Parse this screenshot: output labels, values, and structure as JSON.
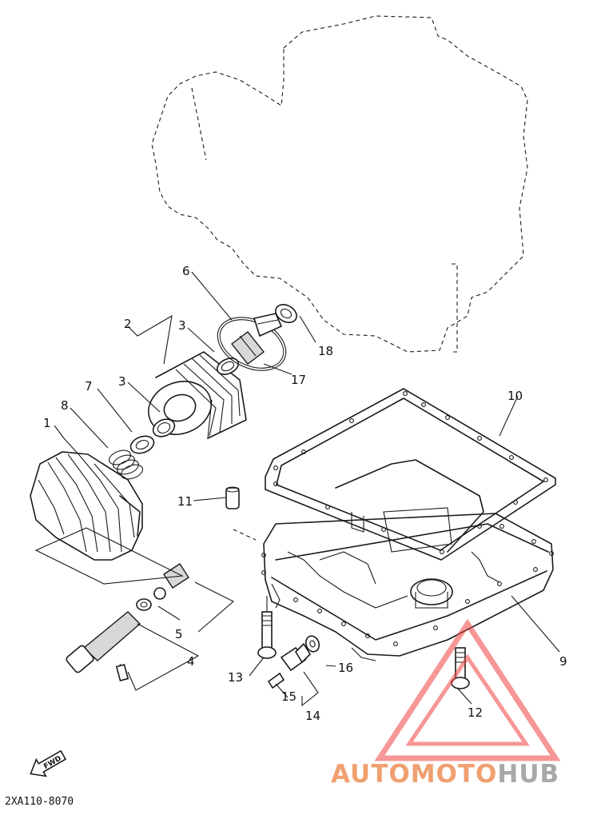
{
  "callouts": {
    "c1": "1",
    "c2": "2",
    "c3a": "3",
    "c3b": "3",
    "c4": "4",
    "c5": "5",
    "c6": "6",
    "c7": "7",
    "c8": "8",
    "c9": "9",
    "c10": "10",
    "c11": "11",
    "c12": "12",
    "c13": "13",
    "c14": "14",
    "c15": "15",
    "c16": "16",
    "c17": "17",
    "c18": "18"
  },
  "fwd_label": "FWD",
  "diagram_code": "2XA110-8070",
  "watermark": {
    "part1": "AUTOMOTO",
    "part2": "HUB",
    "color_primary": "#f0a070",
    "color_secondary": "#a8a8a8",
    "triangle_color": "#f04040"
  }
}
